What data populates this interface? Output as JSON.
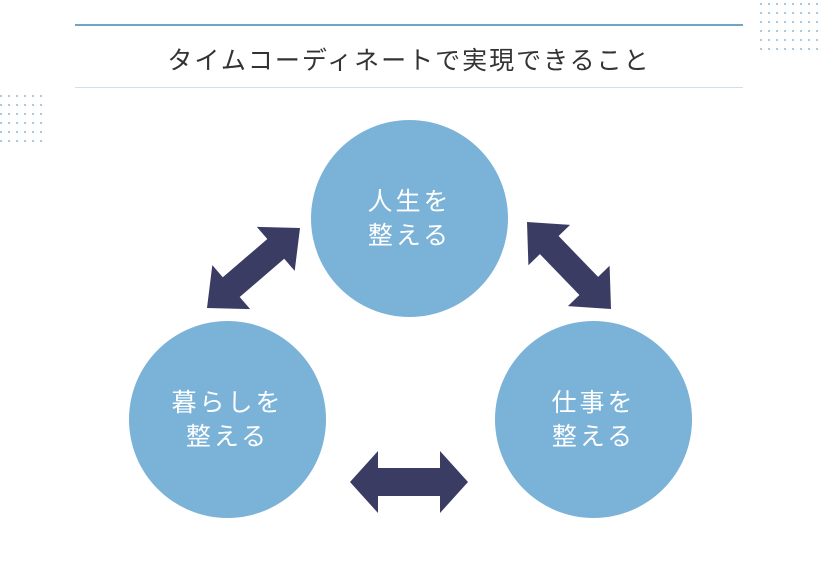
{
  "title": "タイムコーディネートで実現できること",
  "colors": {
    "accent_rule": "#6ea6c6",
    "circle_fill": "#7ab2d8",
    "arrow_fill": "#3b3c64",
    "dot_color": "#8fbad6"
  },
  "nodes": [
    {
      "id": "life",
      "line1": "人生を",
      "line2": "整える"
    },
    {
      "id": "living",
      "line1": "暮らしを",
      "line2": "整える"
    },
    {
      "id": "work",
      "line1": "仕事を",
      "line2": "整える"
    }
  ],
  "connections": [
    {
      "from": "life",
      "to": "living",
      "type": "bidirectional-arrow"
    },
    {
      "from": "life",
      "to": "work",
      "type": "bidirectional-arrow"
    },
    {
      "from": "living",
      "to": "work",
      "type": "bidirectional-arrow"
    }
  ]
}
